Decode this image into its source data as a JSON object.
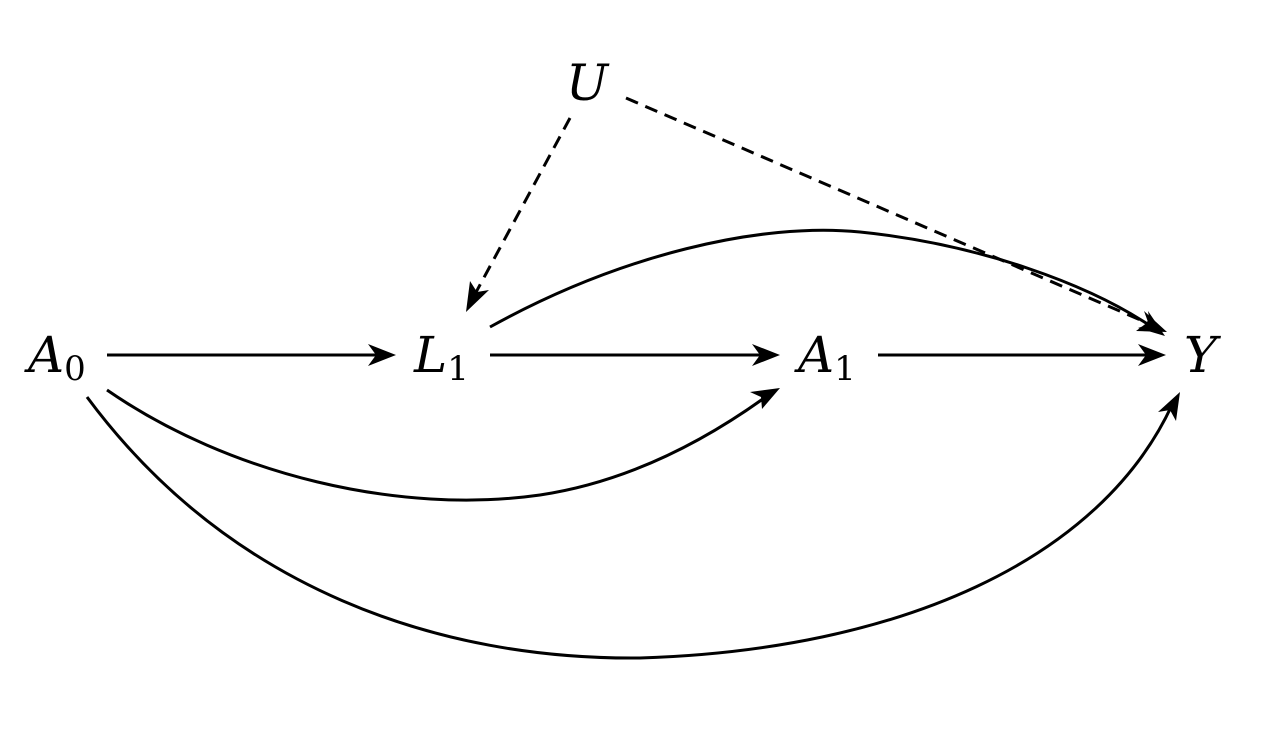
{
  "nodes": [
    {
      "id": "A0",
      "label": "A",
      "subscript": "0"
    },
    {
      "id": "L1",
      "label": "L",
      "subscript": "1"
    },
    {
      "id": "A1",
      "label": "A",
      "subscript": "1"
    },
    {
      "id": "Y",
      "label": "Y",
      "subscript": ""
    },
    {
      "id": "U",
      "label": "U",
      "subscript": ""
    }
  ],
  "edges": [
    {
      "from": "A0",
      "to": "L1",
      "style": "solid"
    },
    {
      "from": "L1",
      "to": "A1",
      "style": "solid"
    },
    {
      "from": "A1",
      "to": "Y",
      "style": "solid"
    },
    {
      "from": "A0",
      "to": "A1",
      "style": "solid"
    },
    {
      "from": "A0",
      "to": "Y",
      "style": "solid"
    },
    {
      "from": "L1",
      "to": "Y",
      "style": "solid"
    },
    {
      "from": "U",
      "to": "L1",
      "style": "dashed"
    },
    {
      "from": "U",
      "to": "Y",
      "style": "dashed"
    }
  ],
  "colors": {
    "ink": "#000000",
    "background": "#ffffff"
  }
}
